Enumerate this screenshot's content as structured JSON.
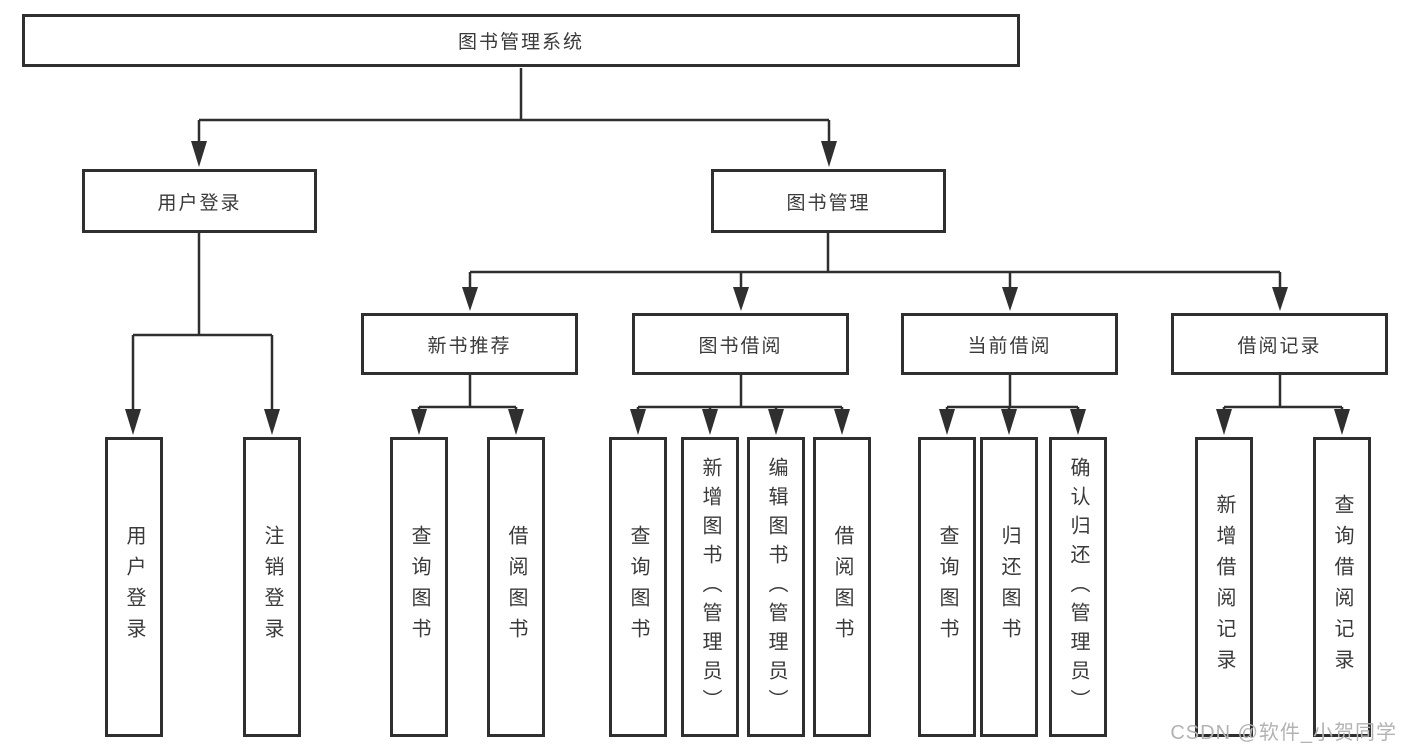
{
  "diagram": {
    "title": "图书管理系统",
    "root": {
      "label": "图书管理系统"
    },
    "level2": [
      {
        "label": "用户登录"
      },
      {
        "label": "图书管理"
      }
    ],
    "level3": [
      {
        "label": "新书推荐",
        "parent": "图书管理"
      },
      {
        "label": "图书借阅",
        "parent": "图书管理"
      },
      {
        "label": "当前借阅",
        "parent": "图书管理"
      },
      {
        "label": "借阅记录",
        "parent": "图书管理"
      }
    ],
    "leaves": [
      {
        "label": "用户登录",
        "parent": "用户登录"
      },
      {
        "label": "注销登录",
        "parent": "用户登录"
      },
      {
        "label": "查询图书",
        "parent": "新书推荐"
      },
      {
        "label": "借阅图书",
        "parent": "新书推荐"
      },
      {
        "label": "查询图书",
        "parent": "图书借阅"
      },
      {
        "label": "新增图书（管理员）",
        "parent": "图书借阅"
      },
      {
        "label": "编辑图书（管理员）",
        "parent": "图书借阅"
      },
      {
        "label": "借阅图书",
        "parent": "图书借阅"
      },
      {
        "label": "查询图书",
        "parent": "当前借阅"
      },
      {
        "label": "归还图书",
        "parent": "当前借阅"
      },
      {
        "label": "确认归还（管理员）",
        "parent": "当前借阅"
      },
      {
        "label": "新增借阅记录",
        "parent": "借阅记录"
      },
      {
        "label": "查询借阅记录",
        "parent": "借阅记录"
      }
    ]
  },
  "watermark": {
    "text": "CSDN @软件_小贺同学"
  },
  "colors": {
    "line": "#2f2f2f",
    "box_border": "#2f2f2f",
    "text": "#3a3a3a",
    "watermark": "#b3b3b3",
    "background": "#ffffff"
  }
}
